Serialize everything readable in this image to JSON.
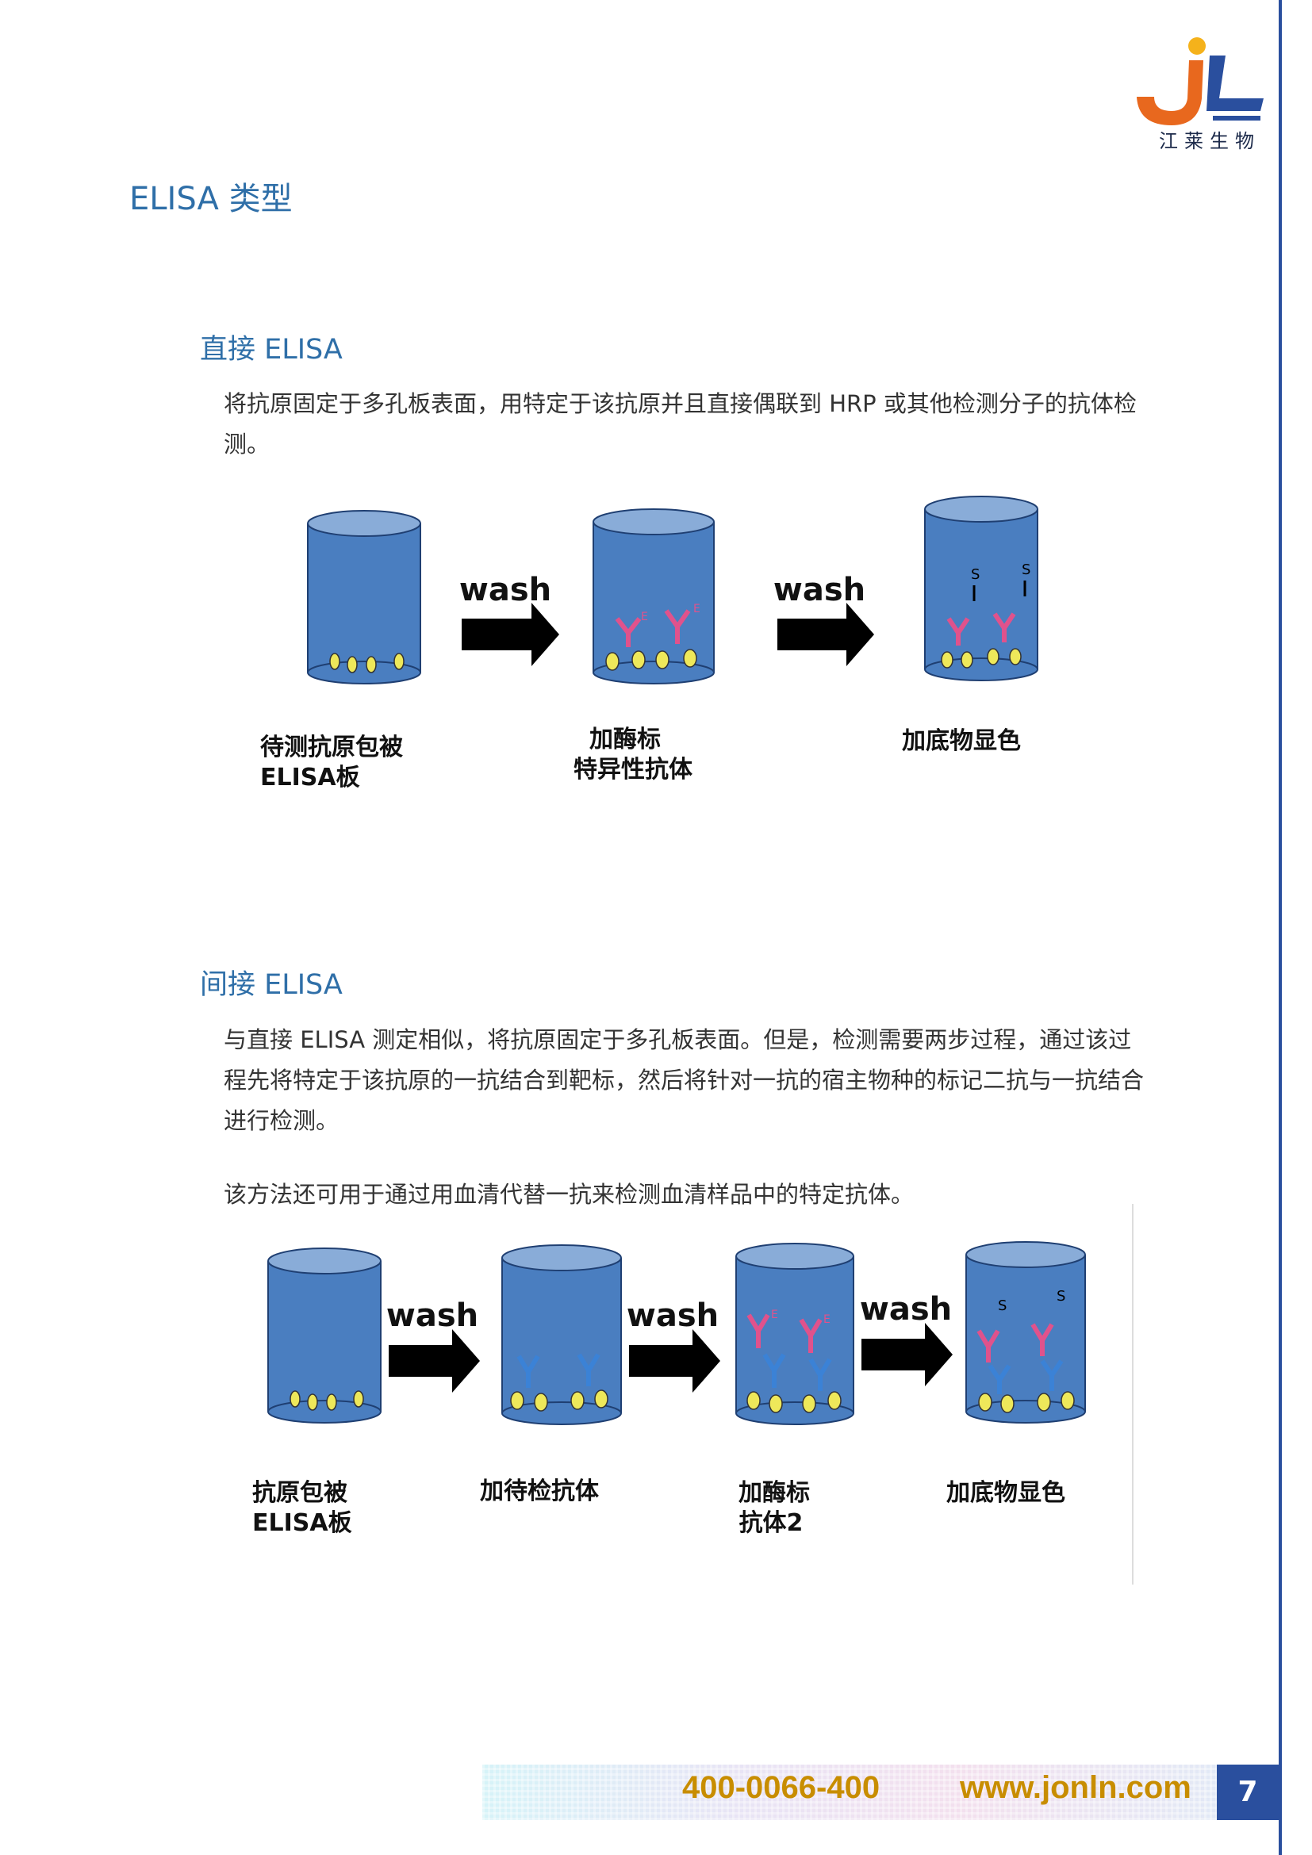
{
  "header": {
    "logo_text": "JL",
    "logo_subtitle": "江莱生物",
    "brand_colors": {
      "orange": "#e8681e",
      "yellow": "#f5b21b",
      "blue": "#2a4f9e"
    }
  },
  "page_title": "ELISA 类型",
  "direct": {
    "title": "直接 ELISA",
    "paragraph": "将抗原固定于多孔板表面，用特定于该抗原并且直接偶联到 HRP 或其他检测分子的抗体检测。",
    "figure": {
      "wash_labels": [
        "wash",
        "wash"
      ],
      "captions": [
        [
          "待测抗原包被",
          "ELISA板"
        ],
        [
          "加酶标",
          "特异性抗体"
        ],
        [
          "加底物显色"
        ]
      ],
      "marks": {
        "enzyme": "E",
        "substrate": "S"
      }
    }
  },
  "indirect": {
    "title": "间接 ELISA",
    "paragraph1": "与直接 ELISA 测定相似，将抗原固定于多孔板表面。但是，检测需要两步过程，通过该过程先将特定于该抗原的一抗结合到靶标，然后将针对一抗的宿主物种的标记二抗与一抗结合进行检测。",
    "paragraph2": "该方法还可用于通过用血清代替一抗来检测血清样品中的特定抗体。",
    "figure": {
      "wash_labels": [
        "wash",
        "wash",
        "wash"
      ],
      "captions": [
        [
          "抗原包被",
          "ELISA板"
        ],
        [
          "加待检抗体"
        ],
        [
          "加酶标",
          "抗体2"
        ],
        [
          "加底物显色"
        ]
      ],
      "marks": {
        "enzyme": "E",
        "substrate": "S"
      }
    }
  },
  "footer": {
    "phone": "400-0066-400",
    "website": "www.jonln.com",
    "page_number": "7"
  }
}
